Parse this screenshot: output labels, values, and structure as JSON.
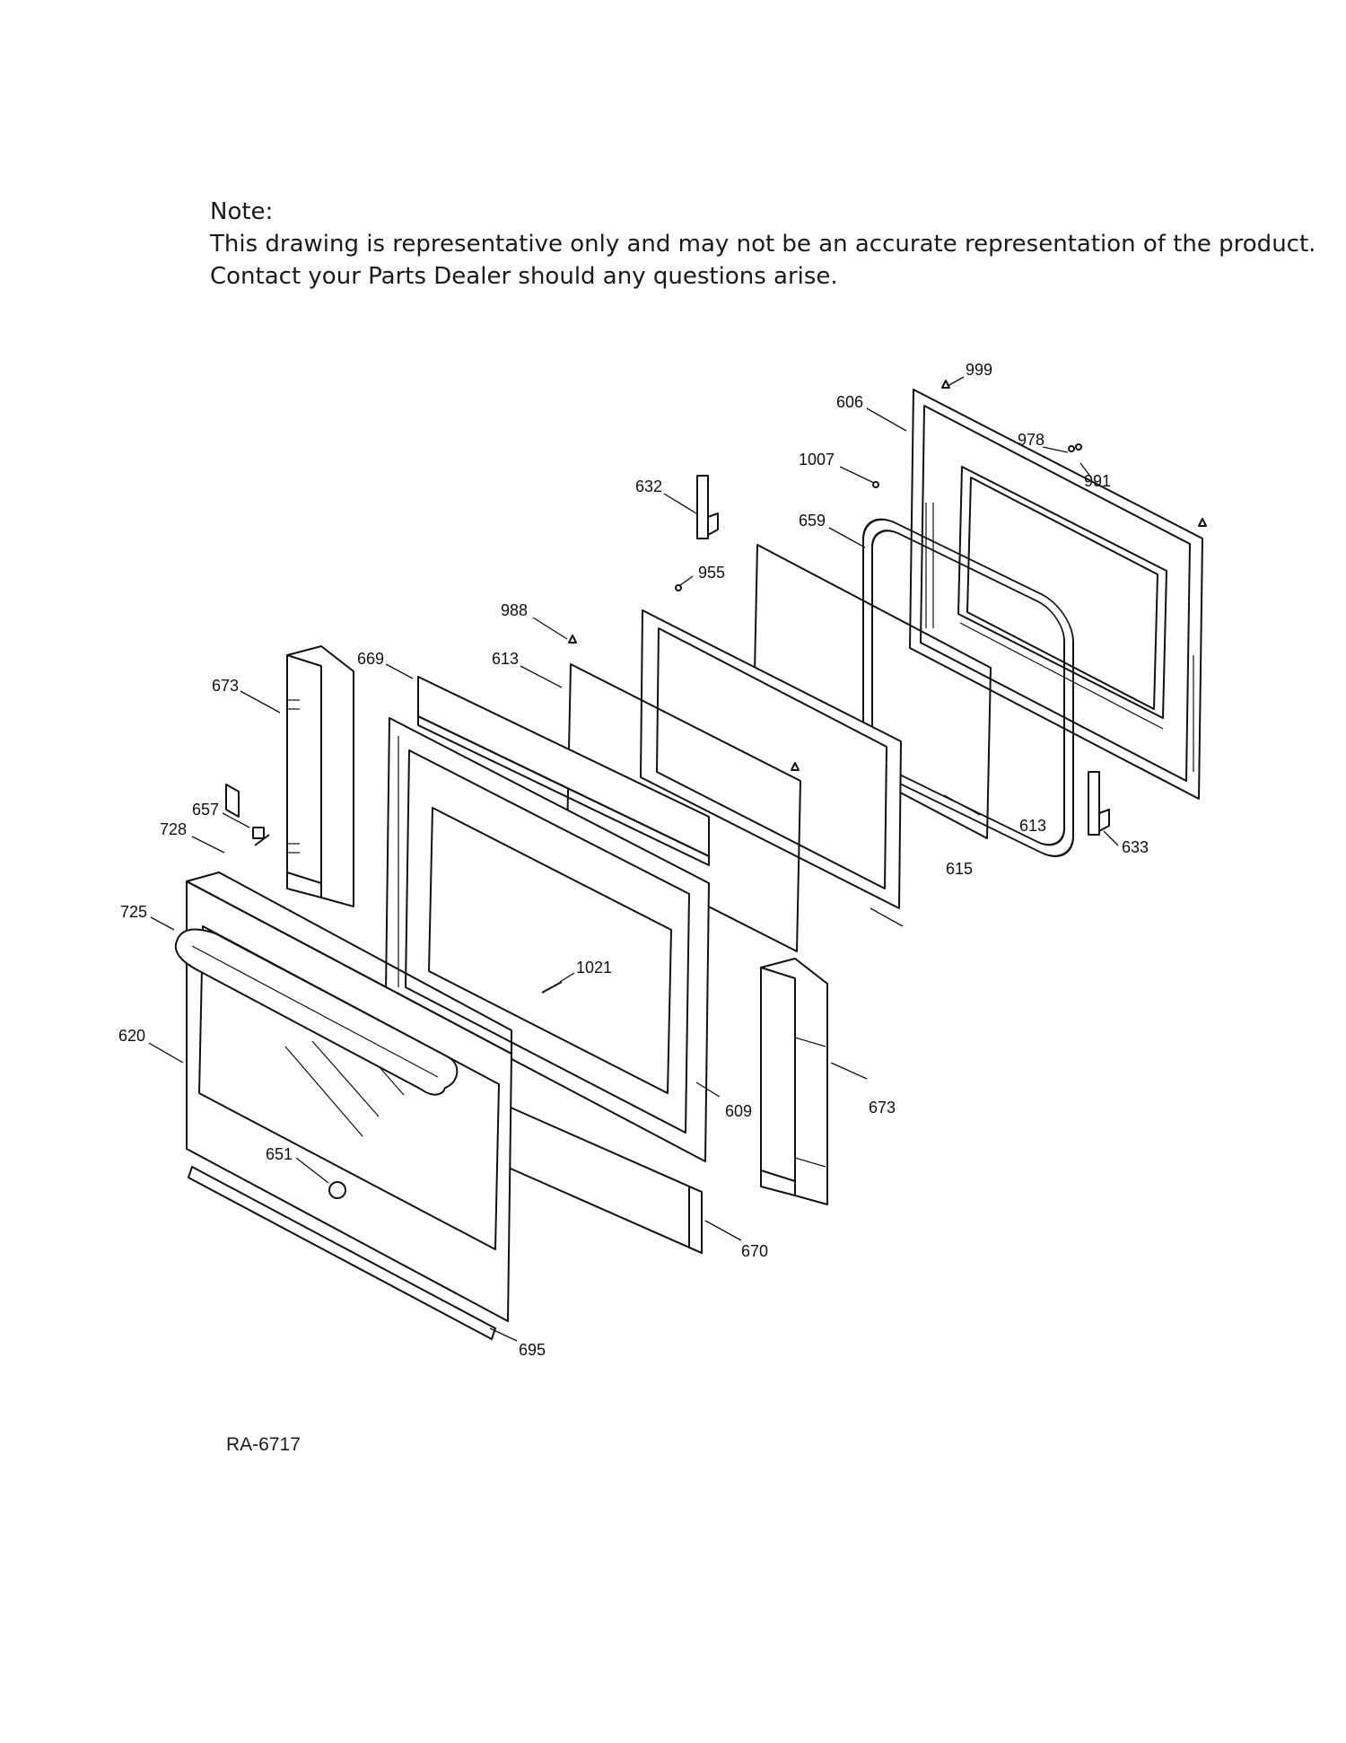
{
  "note": {
    "heading": "Note:",
    "line1": "This drawing is representative only and may not be an accurate representation of the product.",
    "line2": "Contact your Parts Dealer should any questions arise."
  },
  "reference_code": "RA-6717",
  "part_labels": [
    "999",
    "606",
    "978",
    "991",
    "1007",
    "632",
    "659",
    "955",
    "988",
    "669",
    "613",
    "673",
    "657",
    "728",
    "725",
    "620",
    "651",
    "695",
    "1021",
    "609",
    "670",
    "615",
    "633"
  ]
}
